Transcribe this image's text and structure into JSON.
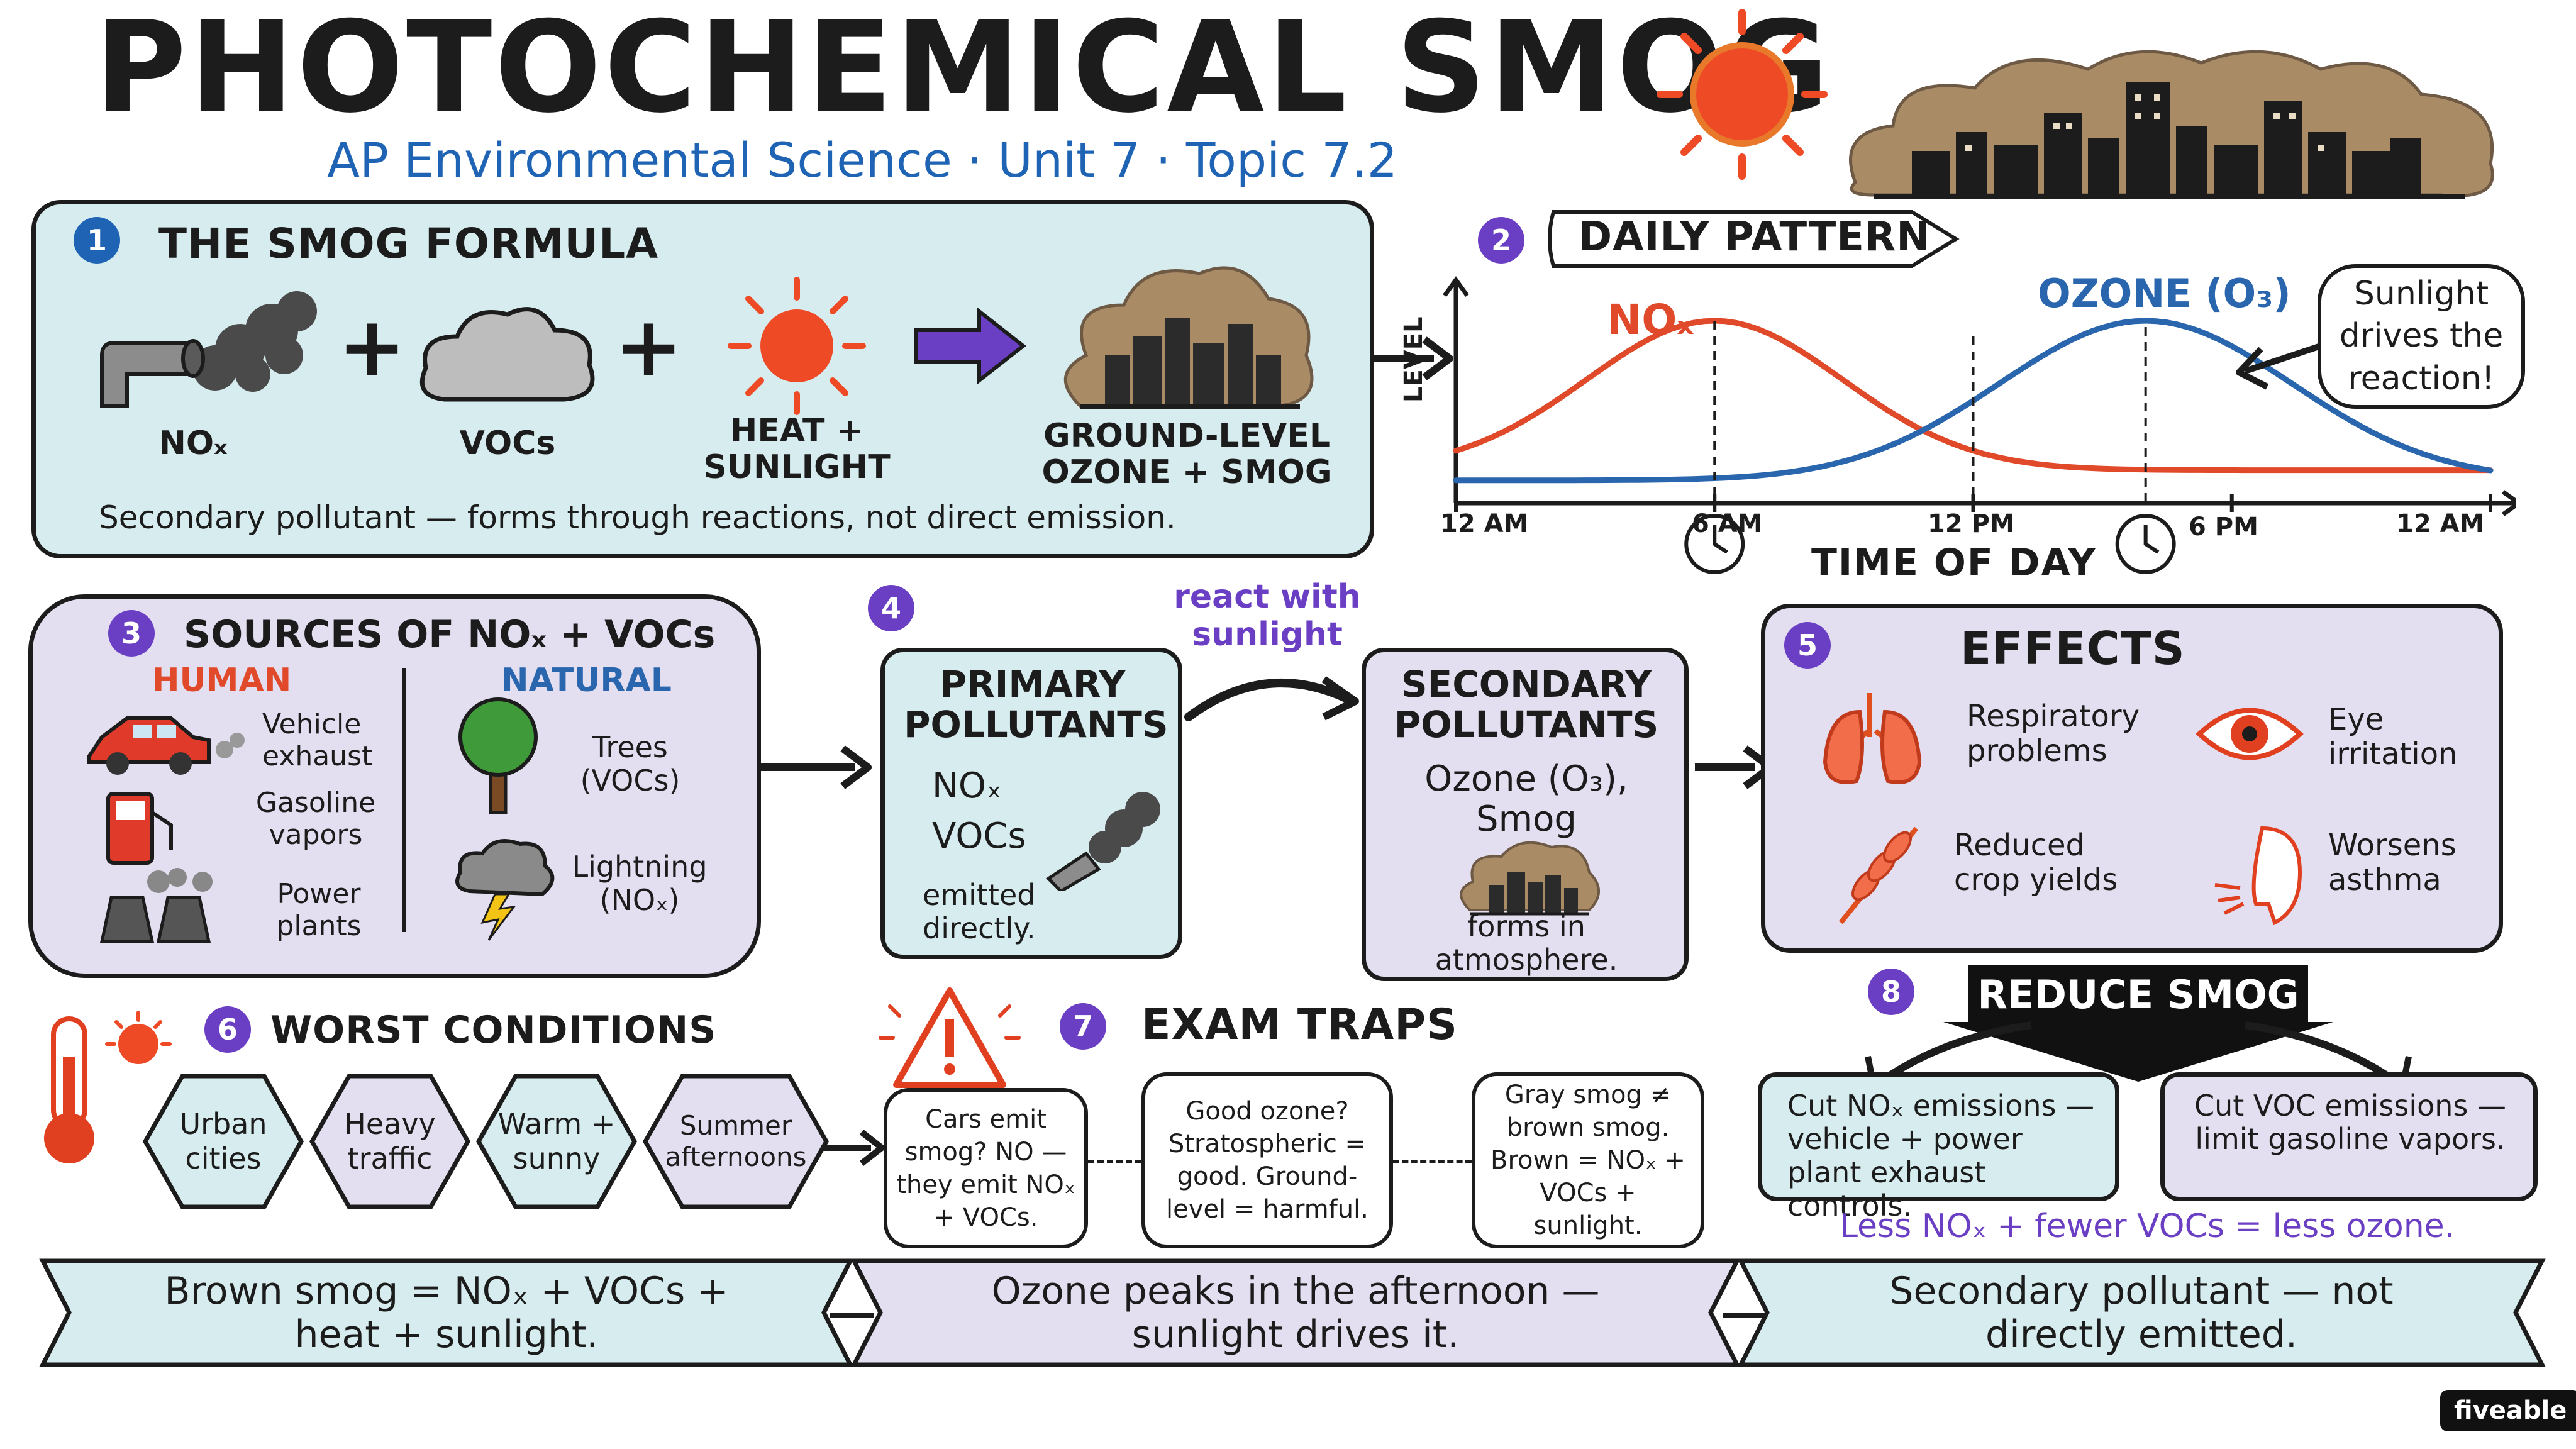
{
  "title": "PHOTOCHEMICAL SMOG",
  "subtitle": "AP Environmental Science · Unit 7 · Topic 7.2",
  "formula": {
    "number": "1",
    "heading": "THE SMOG FORMULA",
    "nox_label": "NOₓ",
    "vocs_label": "VOCs",
    "heat_label_1": "HEAT +",
    "heat_label_2": "SUNLIGHT",
    "result_label_1": "GROUND-LEVEL",
    "result_label_2": "OZONE + SMOG",
    "plus": "+",
    "note": "Secondary pollutant — forms through reactions, not direct emission."
  },
  "daily": {
    "number": "2",
    "heading": "DAILY PATTERN",
    "ylabel": "LEVEL",
    "xlabel": "TIME OF DAY",
    "series_nox": "NOₓ",
    "series_ozone": "OZONE (O₃)",
    "ticks": [
      "12 AM",
      "6 AM",
      "12 PM",
      "6 PM",
      "12 AM"
    ],
    "callout": "Sunlight drives the reaction!"
  },
  "chart_data": {
    "type": "line",
    "x": [
      "12 AM",
      "6 AM",
      "12 PM",
      "6 PM",
      "12 AM"
    ],
    "xlabel": "TIME OF DAY",
    "ylabel": "LEVEL",
    "series": [
      {
        "name": "NOₓ",
        "color": "#e04a2a",
        "peak_hour": 6
      },
      {
        "name": "OZONE (O₃)",
        "color": "#2a66ad",
        "peak_hour": 16
      }
    ],
    "grid": false
  },
  "sources": {
    "number": "3",
    "heading": "SOURCES OF NOₓ + VOCs",
    "human_title": "HUMAN",
    "natural_title": "NATURAL",
    "human_items": [
      "Vehicle exhaust",
      "Gasoline vapors",
      "Power plants"
    ],
    "natural_items": [
      "Trees (VOCs)",
      "Lightning (NOₓ)"
    ]
  },
  "pollutants": {
    "number": "4",
    "primary_title": "PRIMARY POLLUTANTS",
    "primary_items": [
      "NOₓ",
      "VOCs"
    ],
    "primary_note": "emitted directly.",
    "react_label": "react with sunlight",
    "secondary_title": "SECONDARY POLLUTANTS",
    "secondary_item": "Ozone (O₃), Smog",
    "secondary_note": "forms in atmosphere."
  },
  "effects": {
    "number": "5",
    "heading": "EFFECTS",
    "items": [
      "Respiratory problems",
      "Eye irritation",
      "Reduced crop yields",
      "Worsens asthma"
    ]
  },
  "conditions": {
    "number": "6",
    "heading": "WORST CONDITIONS",
    "items": [
      "Urban cities",
      "Heavy traffic",
      "Warm + sunny",
      "Summer afternoons"
    ]
  },
  "traps": {
    "number": "7",
    "heading": "EXAM TRAPS",
    "items": [
      "Cars emit smog? NO — they emit NOₓ + VOCs.",
      "Good ozone? Stratospheric = good. Ground-level = harmful.",
      "Gray smog ≠ brown smog. Brown = NOₓ + VOCs + sunlight."
    ]
  },
  "reduce": {
    "number": "8",
    "heading": "REDUCE SMOG",
    "left": "Cut NOₓ emissions — vehicle + power plant exhaust controls.",
    "right": "Cut VOC emissions — limit gasoline vapors.",
    "note": "Less NOₓ + fewer VOCs = less ozone."
  },
  "banners": [
    "Brown smog = NOₓ + VOCs + heat + sunlight.",
    "Ozone peaks in the afternoon — sunlight drives it.",
    "Secondary pollutant — not directly emitted."
  ],
  "brand": "fiveable",
  "colors": {
    "ink": "#1c1c1c",
    "teal": "#d6ecee",
    "lavender": "#e3dff1",
    "red": "#e04a2a",
    "blue": "#2a66ad",
    "purple": "#6a3fc4",
    "navy": "#1f64b4"
  }
}
